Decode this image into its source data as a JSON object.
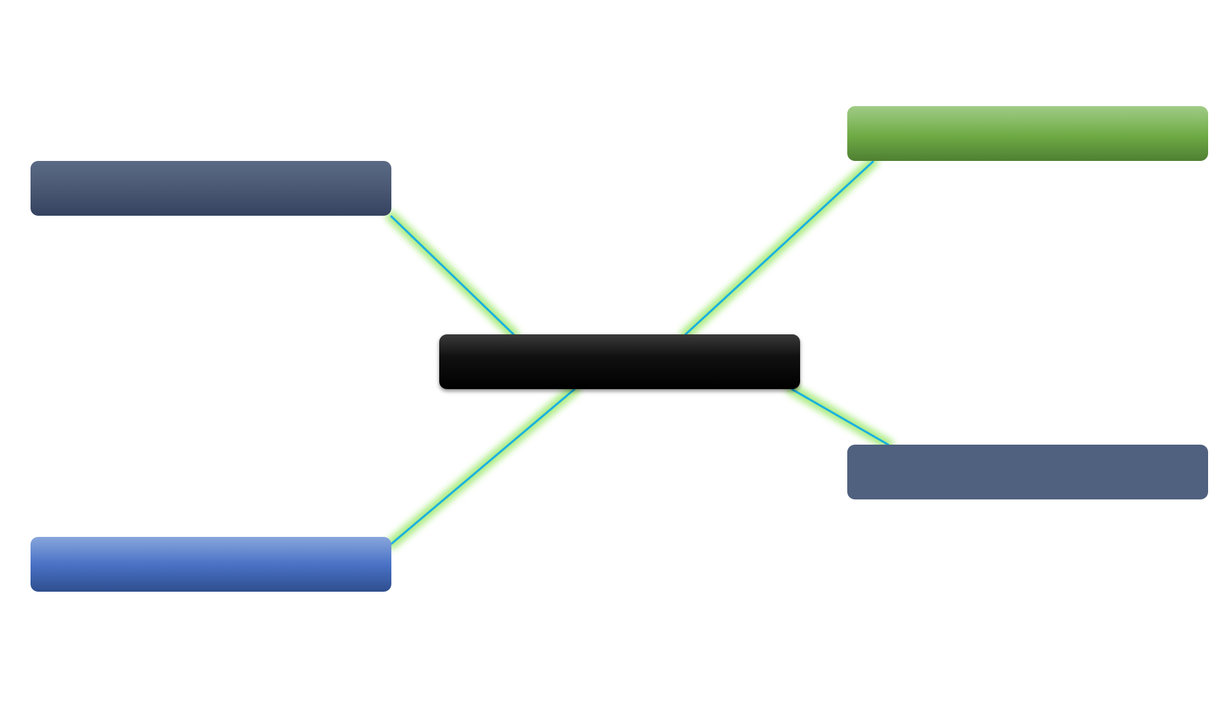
{
  "diagram": {
    "center": {
      "label": "",
      "color": "#000000"
    },
    "branches": [
      {
        "id": "top-left",
        "label": "",
        "color": "#4a5874"
      },
      {
        "id": "bottom-left",
        "label": "",
        "color": "#4a72c6"
      },
      {
        "id": "top-right",
        "label": "",
        "color": "#6eaa44"
      },
      {
        "id": "bottom-right",
        "label": "",
        "color": "#50617f"
      }
    ],
    "connector_color": "#1ab0e0",
    "connector_glow_color": "#9be86a"
  }
}
